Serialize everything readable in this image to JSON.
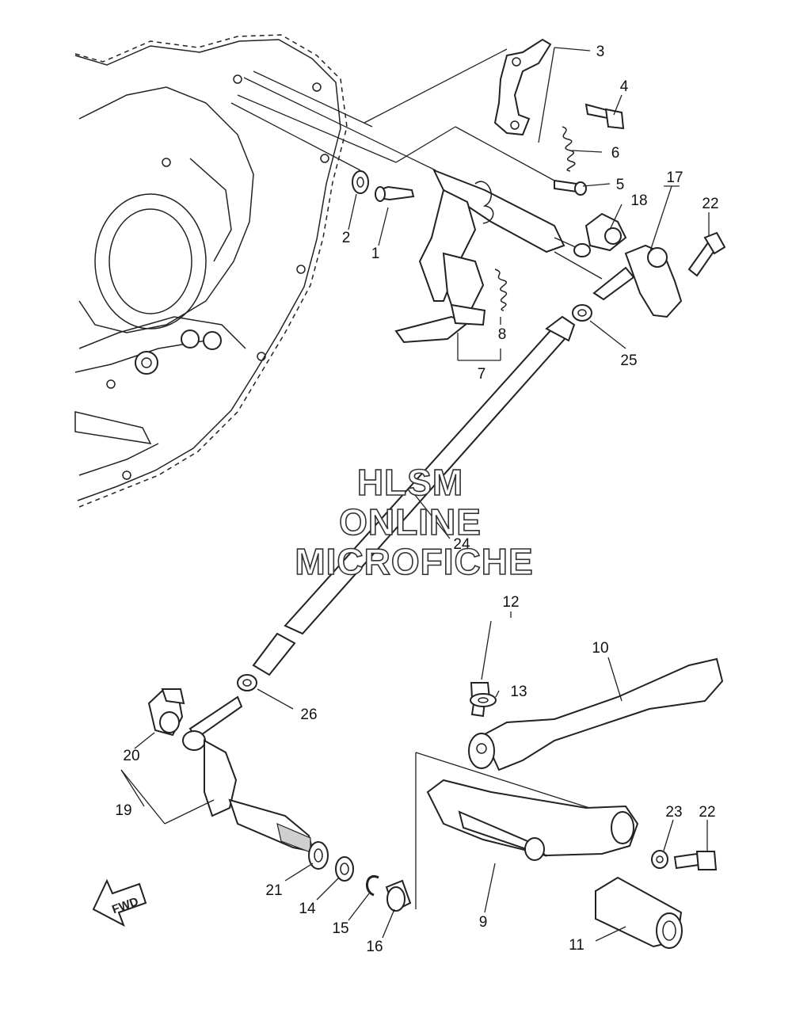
{
  "watermark": {
    "line1": "HLSM",
    "line2": "ONLINE",
    "line3": "MICROFICHE"
  },
  "direction_arrow": {
    "label": "FWD",
    "icon": "forward-arrow-icon"
  },
  "callouts": [
    {
      "id": "c1",
      "label": "1"
    },
    {
      "id": "c2",
      "label": "2"
    },
    {
      "id": "c3",
      "label": "3"
    },
    {
      "id": "c4",
      "label": "4"
    },
    {
      "id": "c5",
      "label": "5"
    },
    {
      "id": "c6",
      "label": "6"
    },
    {
      "id": "c7",
      "label": "7"
    },
    {
      "id": "c8",
      "label": "8"
    },
    {
      "id": "c9",
      "label": "9"
    },
    {
      "id": "c10",
      "label": "10"
    },
    {
      "id": "c11",
      "label": "11"
    },
    {
      "id": "c12",
      "label": "12"
    },
    {
      "id": "c13",
      "label": "13"
    },
    {
      "id": "c14",
      "label": "14"
    },
    {
      "id": "c15",
      "label": "15"
    },
    {
      "id": "c16",
      "label": "16"
    },
    {
      "id": "c17",
      "label": "17"
    },
    {
      "id": "c18",
      "label": "18"
    },
    {
      "id": "c19",
      "label": "19"
    },
    {
      "id": "c20",
      "label": "20"
    },
    {
      "id": "c21",
      "label": "21"
    },
    {
      "id": "c22a",
      "label": "22"
    },
    {
      "id": "c22b",
      "label": "22"
    },
    {
      "id": "c23",
      "label": "23"
    },
    {
      "id": "c24",
      "label": "24"
    },
    {
      "id": "c25",
      "label": "25"
    },
    {
      "id": "c26",
      "label": "26"
    }
  ]
}
